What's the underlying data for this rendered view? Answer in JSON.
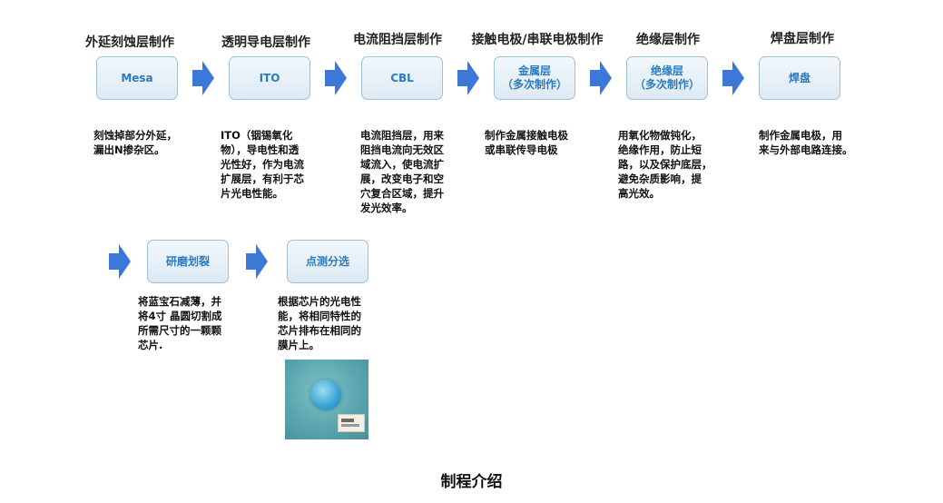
{
  "steps": [
    {
      "title": "外延刻蚀层制作",
      "box_lines": [
        "Mesa"
      ],
      "desc_lines": [
        "刻蚀掉部分外延，",
        "漏出N掺杂区。"
      ]
    },
    {
      "title": "透明导电层制作",
      "box_lines": [
        "ITO"
      ],
      "desc_lines": [
        "ITO（铟锡氧化",
        "物），导电性和透",
        "光性好，作为电流",
        "扩展层，有利于芯",
        "片光电性能。"
      ]
    },
    {
      "title": "电流阻挡层制作",
      "box_lines": [
        "CBL"
      ],
      "desc_lines": [
        "电流阻挡层，用来",
        "阻挡电流向无效区",
        "域流入，使电流扩",
        "展，改变电子和空",
        "穴复合区域，提升",
        "发光效率。"
      ]
    },
    {
      "title": "接触电极/串联电极制作",
      "box_lines": [
        "金属层",
        "（多次制作）"
      ],
      "desc_lines": [
        "制作金属接触电极",
        "或串联传导电极"
      ]
    },
    {
      "title": "绝缘层制作",
      "box_lines": [
        "绝缘层",
        "（多次制作）"
      ],
      "desc_lines": [
        "用氧化物做钝化，",
        "绝缘作用，防止短",
        "路，以及保护底层，",
        "避免杂质影响，提",
        "高光效。"
      ]
    },
    {
      "title": "焊盘层制作",
      "box_lines": [
        "焊盘"
      ],
      "desc_lines": [
        "制作金属电极，用",
        "来与外部电路连接。"
      ]
    },
    {
      "title": "",
      "box_lines": [
        "研磨划裂"
      ],
      "desc_lines": [
        "将蓝宝石减薄，并",
        "将4寸 晶圆切割成",
        "所需尺寸的一颗颗",
        "芯片."
      ]
    },
    {
      "title": "",
      "box_lines": [
        "点测分选"
      ],
      "desc_lines": [
        "根据芯片的光电性",
        "能，将相同特性的",
        "芯片排布在相同的",
        "膜片上。"
      ]
    }
  ],
  "caption": "制程介绍",
  "colors": {
    "arrow": "#3c78d8",
    "box_text": "#2a7bbf",
    "box_border": "#9ec1da"
  }
}
